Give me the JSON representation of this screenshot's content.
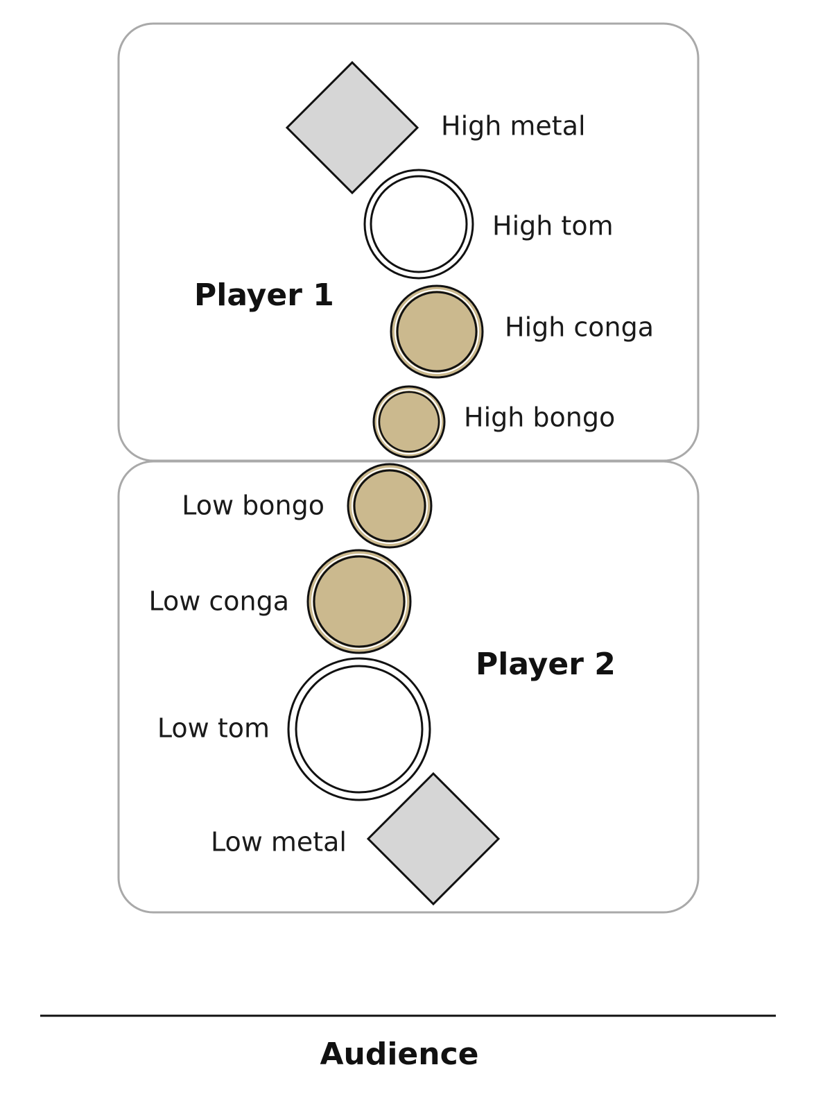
{
  "colors": {
    "metal": "#d6d6d6",
    "tom": "#ffffff",
    "skin": "#cbb98e",
    "outline": "#111111",
    "region_border": "#a9a9a9"
  },
  "players": {
    "player1": "Player 1",
    "player2": "Player 2"
  },
  "audience": "Audience",
  "instruments": [
    {
      "id": "high-metal",
      "label": "High metal",
      "shape": "diamond",
      "player": 1
    },
    {
      "id": "high-tom",
      "label": "High tom",
      "shape": "tom",
      "player": 1
    },
    {
      "id": "high-conga",
      "label": "High conga",
      "shape": "conga",
      "player": 1
    },
    {
      "id": "high-bongo",
      "label": "High bongo",
      "shape": "bongo",
      "player": 1
    },
    {
      "id": "low-bongo",
      "label": "Low bongo",
      "shape": "bongo",
      "player": 2
    },
    {
      "id": "low-conga",
      "label": "Low conga",
      "shape": "conga",
      "player": 2
    },
    {
      "id": "low-tom",
      "label": "Low tom",
      "shape": "tom",
      "player": 2
    },
    {
      "id": "low-metal",
      "label": "Low metal",
      "shape": "diamond",
      "player": 2
    }
  ]
}
